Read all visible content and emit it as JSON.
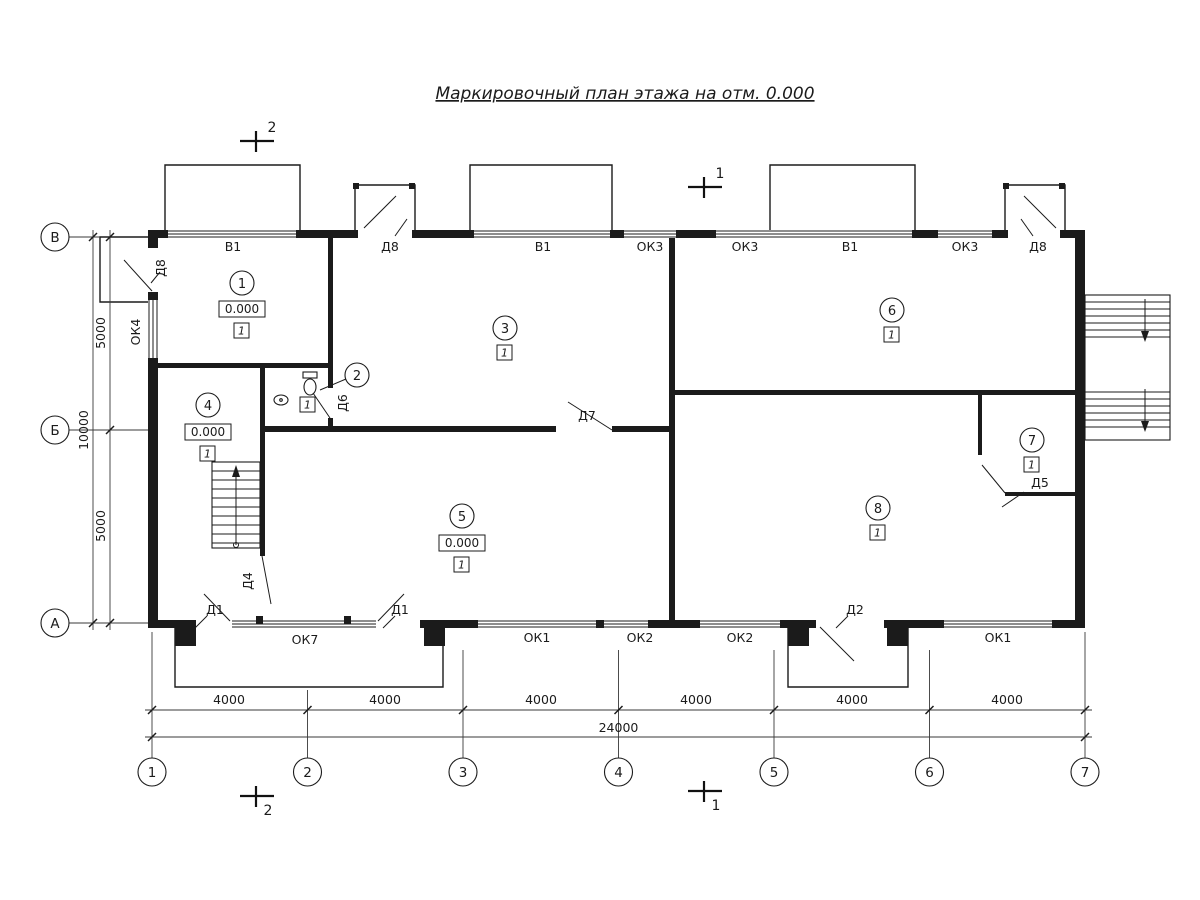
{
  "title": "Маркировочный план этажа на отм. 0.000",
  "section_marks": {
    "top_left": "2",
    "top_right": "1",
    "bottom_left": "2",
    "bottom_right": "1"
  },
  "axes": {
    "bottom": [
      "1",
      "2",
      "3",
      "4",
      "5",
      "6",
      "7"
    ],
    "left": [
      "В",
      "Б",
      "А"
    ]
  },
  "dimensions": {
    "spans": [
      "4000",
      "4000",
      "4000",
      "4000",
      "4000",
      "4000"
    ],
    "total": "24000",
    "left_segments": [
      "5000",
      "5000"
    ],
    "left_total": "10000"
  },
  "rooms": {
    "r1": {
      "num": "1",
      "elev": "0.000",
      "type": "1"
    },
    "r2": {
      "num": "2",
      "type": "1"
    },
    "r3": {
      "num": "3",
      "type": "1"
    },
    "r4": {
      "num": "4",
      "elev": "0.000",
      "type": "1"
    },
    "r5": {
      "num": "5",
      "elev": "0.000",
      "type": "1"
    },
    "r6": {
      "num": "6",
      "type": "1"
    },
    "r7": {
      "num": "7",
      "type": "1"
    },
    "r8": {
      "num": "8",
      "type": "1"
    }
  },
  "openings": {
    "top": [
      "В1",
      "Д8",
      "В1",
      "ОК3",
      "ОК3",
      "В1",
      "ОК3",
      "Д8"
    ],
    "left_door": "Д8",
    "left_window": "ОК4",
    "bottom": [
      "Д1",
      "ОК7",
      "Д1",
      "ОК1",
      "ОК2",
      "ОК2",
      "Д2",
      "ОК1"
    ],
    "interior": {
      "d6": "Д6",
      "d7": "Д7",
      "d4": "Д4",
      "d5": "Д5"
    }
  }
}
